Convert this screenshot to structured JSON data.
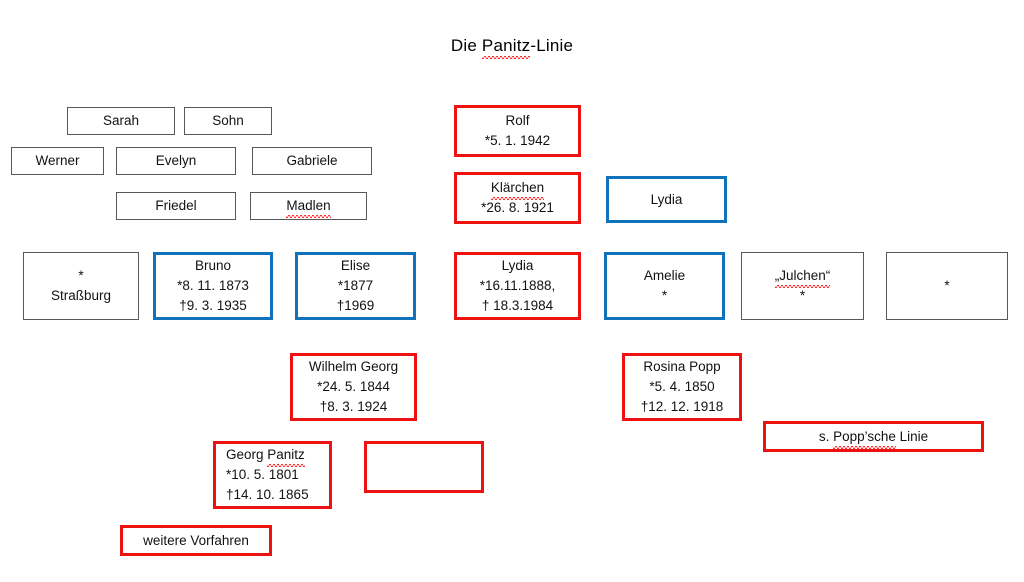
{
  "document": {
    "title": "Die Panitz-Linie",
    "title_spellcheck_word": "Panitz"
  },
  "colors": {
    "red_border": "#ee1111",
    "blue_border": "#1072ba",
    "grey_border": "#575757",
    "background": "#ffffff",
    "spellcheck_underline": "#ff2d2d"
  },
  "nodes": {
    "sarah": {
      "line1": "Sarah"
    },
    "sohn": {
      "line1": "Sohn"
    },
    "werner": {
      "line1": "Werner"
    },
    "evelyn": {
      "line1": "Evelyn"
    },
    "gabriele": {
      "line1": "Gabriele"
    },
    "friedel": {
      "line1": "Friedel"
    },
    "madlen": {
      "line1": "Madlen"
    },
    "rolf": {
      "line1": "Rolf",
      "line2": "*5. 1. 1942"
    },
    "klaerchen": {
      "line1": "Klärchen",
      "line2": "*26. 8. 1921"
    },
    "lydia_blue": {
      "line1": "Lydia"
    },
    "strassburg": {
      "line1": "*",
      "line2": "Straßburg"
    },
    "bruno": {
      "line1": "Bruno",
      "line2": "*8. 11. 1873",
      "line3": "†9. 3. 1935"
    },
    "elise": {
      "line1": "Elise",
      "line2": "*1877",
      "line3": "†1969"
    },
    "lydia_red": {
      "line1": "Lydia",
      "line2": "*16.11.1888,",
      "line3": "† 18.3.1984"
    },
    "amelie": {
      "line1": "Amelie",
      "line2": "*"
    },
    "julchen": {
      "line1": "„Julchen“",
      "line2": "*"
    },
    "unnamed_star": {
      "line1": "*"
    },
    "wilhelm_georg": {
      "line1": "Wilhelm Georg",
      "line2": "*24. 5. 1844",
      "line3": "†8. 3. 1924"
    },
    "rosina_popp": {
      "line1": "Rosina Popp",
      "line2": "*5. 4. 1850",
      "line3": "†12. 12. 1918"
    },
    "georg_panitz": {
      "line1_pre": "Georg ",
      "line1_word": "Panitz",
      "line2": "*10. 5. 1801",
      "line3": "†14. 10. 1865"
    },
    "empty_red": {
      "line1": ""
    },
    "popp_linie": {
      "pre": "s. ",
      "word": "Popp’sche",
      "post": " Linie"
    },
    "weitere_vorfahren": {
      "line1": "weitere Vorfahren"
    }
  }
}
